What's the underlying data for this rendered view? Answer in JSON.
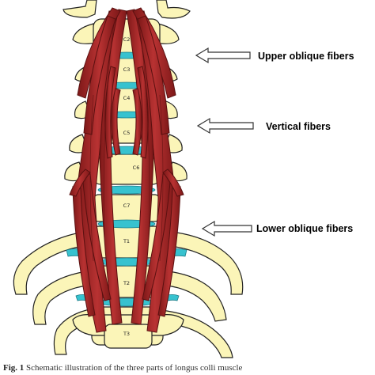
{
  "labels": {
    "upper": "Upper oblique fibers",
    "vertical": "Vertical fibers",
    "lower": "Lower oblique fibers"
  },
  "vertebrae": [
    "C2",
    "C3",
    "C4",
    "C5",
    "C6",
    "C7",
    "T1",
    "T2",
    "T3"
  ],
  "caption": {
    "fig": "Fig. 1",
    "text": " Schematic illustration of the three parts of longus colli muscle"
  },
  "colors": {
    "bone": "#fbf5b8",
    "disc": "#37c2cf",
    "muscle": "#a82a2a",
    "muscle_dark": "#6e1414",
    "outline": "#222222"
  }
}
